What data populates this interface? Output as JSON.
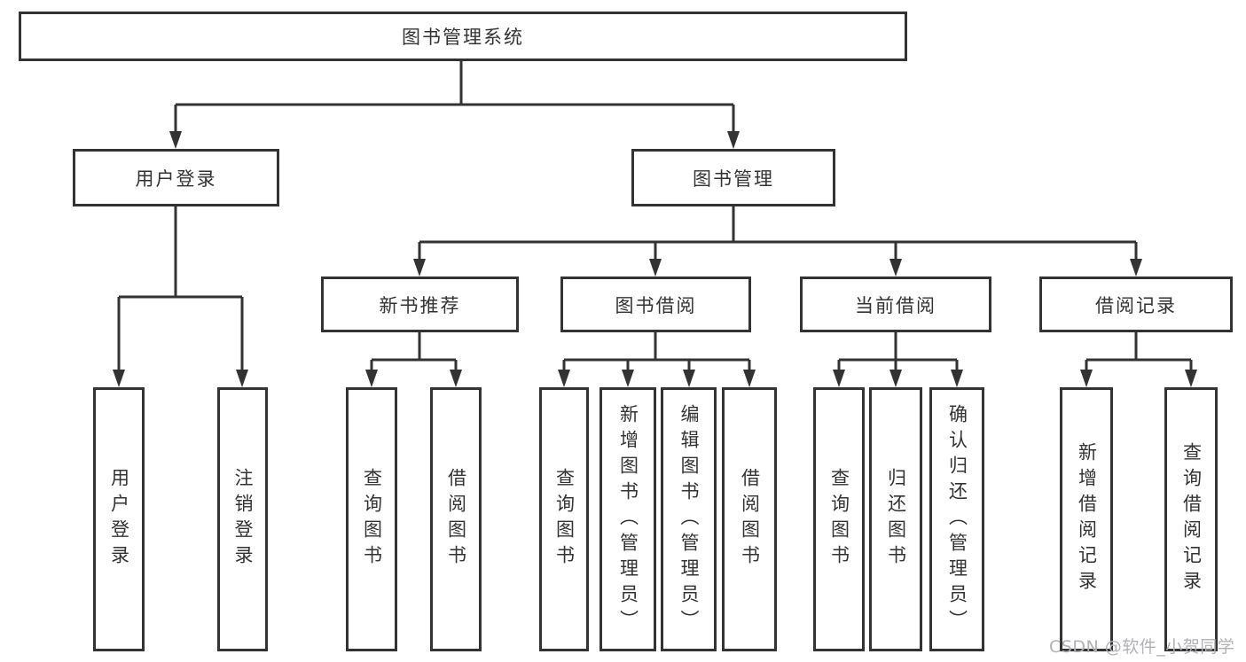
{
  "diagram": {
    "root": {
      "label": "图书管理系统"
    },
    "branches": [
      {
        "label": "用户登录",
        "children": [
          {
            "label": "用户登录"
          },
          {
            "label": "注销登录"
          }
        ]
      },
      {
        "label": "图书管理",
        "children": [
          {
            "label": "新书推荐",
            "children": [
              {
                "label": "查询图书"
              },
              {
                "label": "借阅图书"
              }
            ]
          },
          {
            "label": "图书借阅",
            "children": [
              {
                "label": "查询图书"
              },
              {
                "label": "新增图书（管理员）"
              },
              {
                "label": "编辑图书（管理员）"
              },
              {
                "label": "借阅图书"
              }
            ]
          },
          {
            "label": "当前借阅",
            "children": [
              {
                "label": "查询图书"
              },
              {
                "label": "归还图书"
              },
              {
                "label": "确认归还（管理员）"
              }
            ]
          },
          {
            "label": "借阅记录",
            "children": [
              {
                "label": "新增借阅记录"
              },
              {
                "label": "查询借阅记录"
              }
            ]
          }
        ]
      }
    ]
  },
  "watermark": {
    "text": "CSDN @软件_小贺同学"
  },
  "colors": {
    "line": "#333333",
    "box_border": "#333333",
    "box_fill": "#ffffff",
    "text": "#333333",
    "watermark": "#b2b2b6",
    "background": "#ffffff"
  }
}
